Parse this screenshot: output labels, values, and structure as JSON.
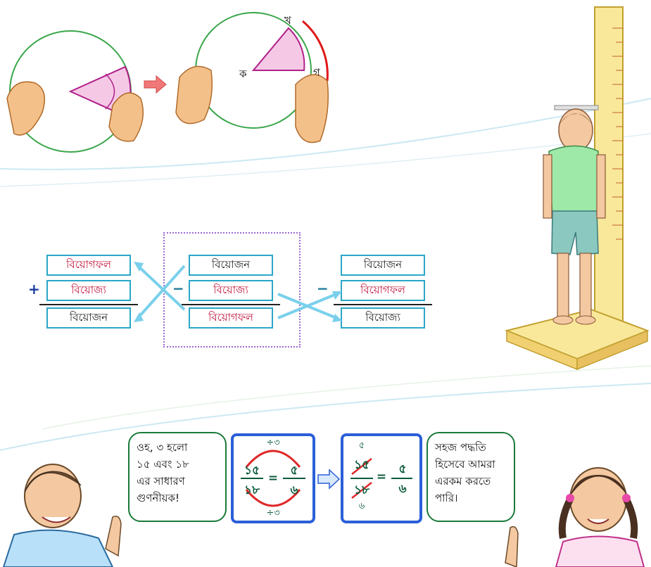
{
  "circle_labels": {
    "center": "ক",
    "top": "খ",
    "right": "গ"
  },
  "subtraction": {
    "left": {
      "op": "+",
      "top": "বিয়োগফল",
      "mid": "বিয়োজ্য",
      "bottom": "বিয়োজন"
    },
    "middle": {
      "op": "−",
      "top": "বিয়োজন",
      "mid": "বিয়োজ্য",
      "bottom": "বিয়োগফল"
    },
    "right": {
      "op": "−",
      "top": "বিয়োজন",
      "mid": "বিয়োগফল",
      "bottom": "বিয়োজ্য"
    }
  },
  "boy_speech": "ওহ, ৩ হলো\n১৫ এবং ১৮\nএর সাধারণ\nগুণনীয়ক!",
  "girl_speech": "সহজ পদ্ধতি\nহিসেবে আমরা\nএরকম করতে\nপারি।",
  "fraction1": {
    "div_top": "÷৩",
    "div_bottom": "÷৩",
    "num": "১৫",
    "den": "১৮",
    "res_num": "৫",
    "res_den": "৬",
    "eq": "="
  },
  "fraction2": {
    "cancel_top": "৫",
    "cancel_bottom": "৬",
    "num": "১৫",
    "den": "১৮",
    "res_num": "৫",
    "res_den": "৬",
    "eq": "="
  },
  "colors": {
    "box_border": "#2aa6c8",
    "red_text": "#c0143c",
    "bubble_border": "#1a7a3a",
    "frac_border": "#2a5fd8",
    "arrow": "#f07878"
  }
}
